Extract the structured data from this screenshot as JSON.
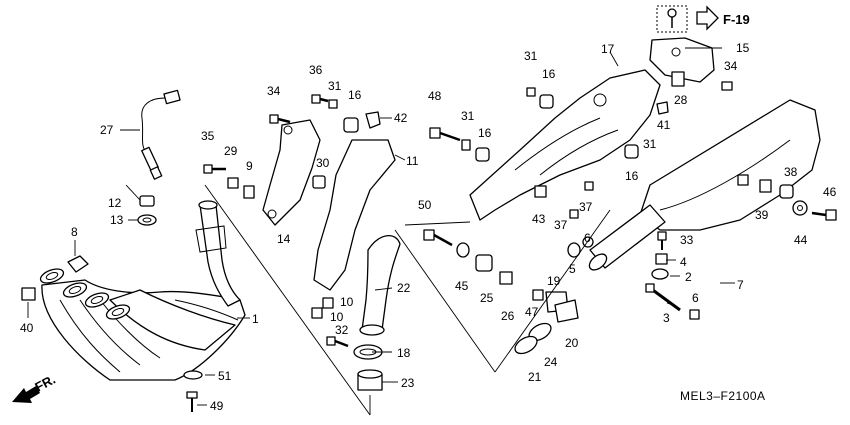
{
  "diagram_code": "MEL3–F2100A",
  "reference": {
    "label": "F-19",
    "icon": "arrow-right-icon"
  },
  "front_indicator": {
    "label": "FR.",
    "icon": "arrow-down-left-icon"
  },
  "callouts": {
    "c1": "1",
    "c2": "2",
    "c3": "3",
    "c4": "4",
    "c5": "5",
    "c6a": "6",
    "c6b": "6",
    "c7": "7",
    "c8": "8",
    "c9": "9",
    "c10a": "10",
    "c10b": "10",
    "c11": "11",
    "c12": "12",
    "c13": "13",
    "c14": "14",
    "c15": "15",
    "c16a": "16",
    "c16b": "16",
    "c16c": "16",
    "c16d": "16",
    "c17": "17",
    "c18": "18",
    "c19": "19",
    "c20": "20",
    "c21": "21",
    "c22": "22",
    "c23": "23",
    "c24": "24",
    "c25": "25",
    "c26": "26",
    "c27": "27",
    "c28": "28",
    "c29": "29",
    "c30": "30",
    "c31a": "31",
    "c31b": "31",
    "c31c": "31",
    "c31d": "31",
    "c32": "32",
    "c33": "33",
    "c34a": "34",
    "c34b": "34",
    "c35": "35",
    "c36": "36",
    "c37a": "37",
    "c37b": "37",
    "c38": "38",
    "c39": "39",
    "c40": "40",
    "c41": "41",
    "c42": "42",
    "c43": "43",
    "c44": "44",
    "c45": "45",
    "c46": "46",
    "c47": "47",
    "c48": "48",
    "c49": "49",
    "c50": "50",
    "c51": "51"
  }
}
